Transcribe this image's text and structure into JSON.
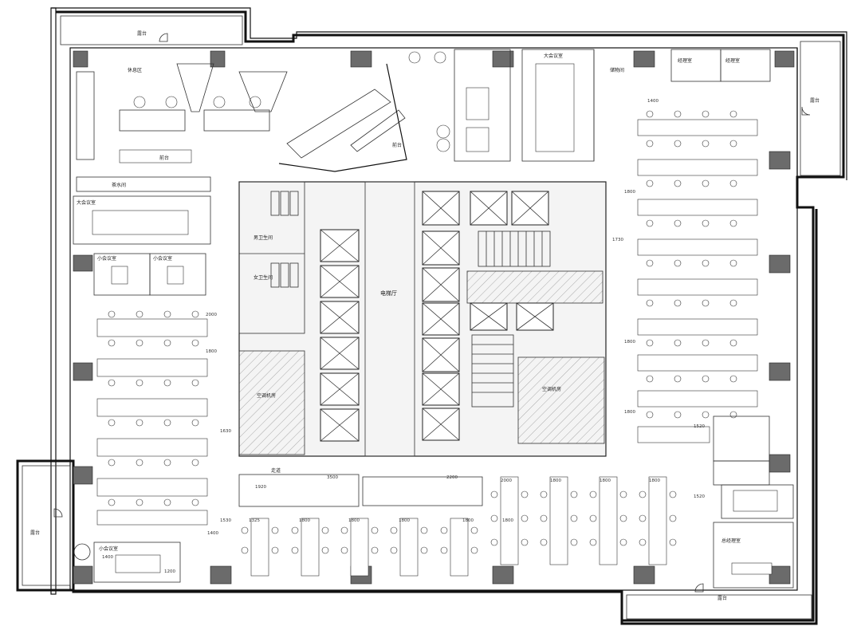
{
  "rooms": {
    "balcony_top_left": "露台",
    "balcony_right": "露台",
    "balcony_left": "露台",
    "balcony_bottom_right": "露台",
    "elevator_hall": "电梯厅",
    "machine_room_left": "空调机房",
    "machine_room_right": "空调机房",
    "front_desk": "前台",
    "reception": "前台",
    "meeting_main": "大会议室",
    "meeting_top": "大会议室",
    "meeting_small_1": "小会议室",
    "meeting_small_2": "小会议室",
    "meeting_bottom": "小会议室",
    "office_gm": "总经理室",
    "office_right_1": "经理室",
    "office_right_2": "经理室",
    "storage": "储物间",
    "tea_room": "茶水间",
    "lounge": "休息区",
    "corridor": "走道",
    "restroom_m": "男卫生间",
    "restroom_f": "女卫生间"
  },
  "dimensions": {
    "d1": "1400",
    "d2": "1800",
    "d3": "1730",
    "d4": "1800",
    "d5": "1800",
    "d6": "1520",
    "d7": "1520",
    "d8": "2000",
    "d9": "1800",
    "d10": "1800",
    "d11": "1800",
    "d12": "1800",
    "d13": "2200",
    "d14": "3500",
    "d15": "1920",
    "d16": "1325",
    "d17": "1800",
    "d18": "1800",
    "d19": "1800",
    "d20": "1800",
    "d21": "1530",
    "d22": "1400",
    "d23": "1630",
    "d24": "1800",
    "d25": "2000",
    "d26": "1400",
    "d27": "1200"
  },
  "icons": {
    "north": "compass-icon",
    "door": "door-swing-icon"
  }
}
